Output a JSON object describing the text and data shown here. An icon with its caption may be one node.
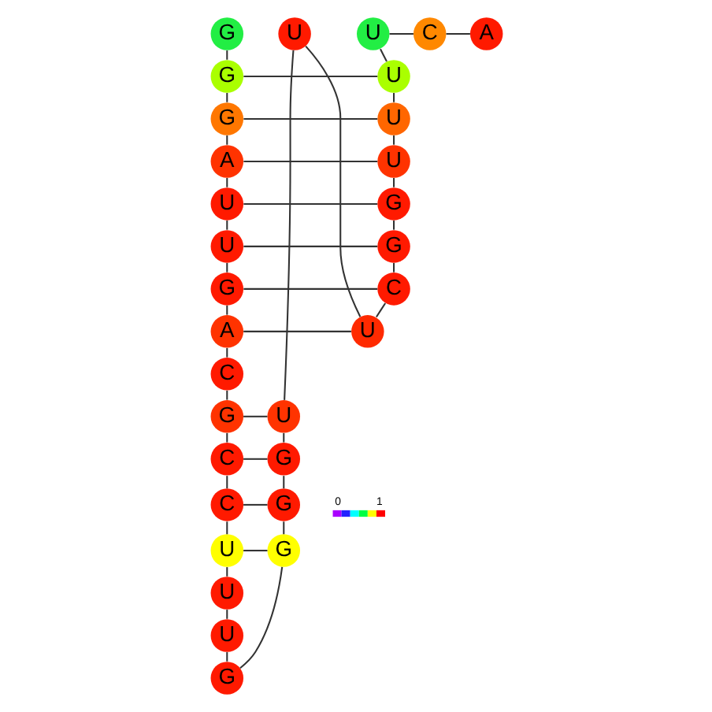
{
  "diagram": {
    "nodes": [
      {
        "text": [
          "G"
        ]
      },
      {
        "text": [
          "G"
        ]
      },
      {
        "text": [
          "G"
        ]
      },
      {
        "text": [
          "A"
        ]
      },
      {
        "text": [
          "U"
        ]
      },
      {
        "text": [
          "U"
        ]
      },
      {
        "text": [
          "G"
        ]
      },
      {
        "text": [
          "A"
        ]
      },
      {
        "text": [
          "C"
        ]
      },
      {
        "text": [
          "G"
        ]
      },
      {
        "text": [
          "C"
        ]
      },
      {
        "text": [
          "C"
        ]
      },
      {
        "text": [
          "U"
        ]
      },
      {
        "text": [
          "U"
        ]
      },
      {
        "text": [
          "U"
        ]
      },
      {
        "text": [
          "G"
        ]
      },
      {
        "text": [
          "G"
        ]
      },
      {
        "text": [
          "G"
        ]
      },
      {
        "text": [
          "G"
        ]
      },
      {
        "text": [
          "U"
        ]
      },
      {
        "text": [
          "U"
        ]
      },
      {
        "text": [
          "U"
        ]
      },
      {
        "text": [
          "C"
        ]
      },
      {
        "text": [
          "G"
        ]
      },
      {
        "text": [
          "G"
        ]
      },
      {
        "text": [
          "U"
        ]
      },
      {
        "text": [
          "U"
        ]
      },
      {
        "text": [
          "U"
        ]
      },
      {
        "text": [
          "U"
        ]
      },
      {
        "text": [
          "C"
        ]
      },
      {
        "text": [
          "A"
        ]
      }
    ],
    "edges": [
      {
        "from": 0,
        "to": 1,
        "arrow": "none"
      },
      {
        "from": 1,
        "to": 2,
        "arrow": "none"
      },
      {
        "from": 2,
        "to": 3,
        "arrow": "none"
      },
      {
        "from": 3,
        "to": 4,
        "arrow": "none"
      },
      {
        "from": 4,
        "to": 5,
        "arrow": "none"
      },
      {
        "from": 5,
        "to": 6,
        "arrow": "none"
      },
      {
        "from": 6,
        "to": 7,
        "arrow": "none"
      },
      {
        "from": 7,
        "to": 8,
        "arrow": "none"
      },
      {
        "from": 8,
        "to": 9,
        "arrow": "none"
      },
      {
        "from": 9,
        "to": 10,
        "arrow": "none"
      },
      {
        "from": 10,
        "to": 11,
        "arrow": "none"
      },
      {
        "from": 11,
        "to": 12,
        "arrow": "none"
      },
      {
        "from": 12,
        "to": 13,
        "arrow": "none"
      },
      {
        "from": 13,
        "to": 14,
        "arrow": "none"
      },
      {
        "from": 14,
        "to": 15,
        "arrow": "none"
      },
      {
        "from": 15,
        "to": 16,
        "arrow": "none"
      },
      {
        "from": 16,
        "to": 17,
        "arrow": "none"
      },
      {
        "from": 17,
        "to": 18,
        "arrow": "none"
      },
      {
        "from": 18,
        "to": 19,
        "arrow": "none"
      },
      {
        "from": 19,
        "to": 20,
        "arrow": "none"
      },
      {
        "from": 20,
        "to": 21,
        "arrow": "none"
      },
      {
        "from": 21,
        "to": 22,
        "arrow": "none"
      },
      {
        "from": 22,
        "to": 23,
        "arrow": "none"
      },
      {
        "from": 23,
        "to": 24,
        "arrow": "none"
      },
      {
        "from": 24,
        "to": 25,
        "arrow": "none"
      },
      {
        "from": 25,
        "to": 26,
        "arrow": "none"
      },
      {
        "from": 26,
        "to": 27,
        "arrow": "none"
      },
      {
        "from": 27,
        "to": 28,
        "arrow": "none"
      },
      {
        "from": 28,
        "to": 29,
        "arrow": "none"
      },
      {
        "from": 29,
        "to": 30,
        "arrow": "none"
      },
      {
        "from": 1,
        "to": 27,
        "arrow": "none"
      },
      {
        "from": 2,
        "to": 26,
        "arrow": "none"
      },
      {
        "from": 3,
        "to": 25,
        "arrow": "none"
      },
      {
        "from": 4,
        "to": 24,
        "arrow": "none"
      },
      {
        "from": 5,
        "to": 23,
        "arrow": "none"
      },
      {
        "from": 6,
        "to": 22,
        "arrow": "none"
      },
      {
        "from": 7,
        "to": 21,
        "arrow": "none"
      },
      {
        "from": 9,
        "to": 19,
        "arrow": "none"
      },
      {
        "from": 10,
        "to": 18,
        "arrow": "none"
      },
      {
        "from": 11,
        "to": 17,
        "arrow": "none"
      },
      {
        "from": 12,
        "to": 16,
        "arrow": "none"
      }
    ],
    "labels": [
      "0",
      "1"
    ]
  }
}
